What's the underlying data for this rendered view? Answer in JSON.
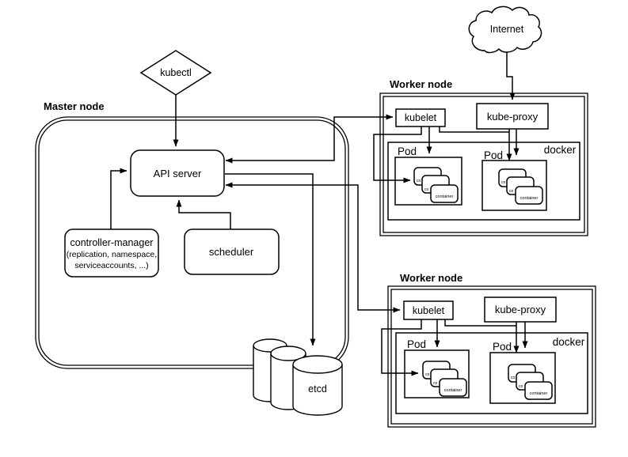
{
  "diagram": {
    "background": "#ffffff",
    "line_color": "#000000",
    "kubectl_label": "kubectl",
    "internet_label": "Internet",
    "master": {
      "label": "Master node",
      "api_server": "API server",
      "controller_manager": "controller-manager",
      "controller_manager_detail_1": "(replication, namespace,",
      "controller_manager_detail_2": "serviceaccounts, ...)",
      "scheduler": "scheduler",
      "etcd": "etcd"
    },
    "worker1": {
      "label": "Worker node",
      "kubelet": "kubelet",
      "kube_proxy": "kube-proxy",
      "docker": "docker",
      "pod1": "Pod",
      "pod2": "Pod",
      "container": "container",
      "container_fragment": "co"
    },
    "worker2": {
      "label": "Worker node",
      "kubelet": "kubelet",
      "kube_proxy": "kube-proxy",
      "docker": "docker",
      "pod1": "Pod",
      "pod2": "Pod",
      "container": "container",
      "container_fragment": "co"
    }
  }
}
